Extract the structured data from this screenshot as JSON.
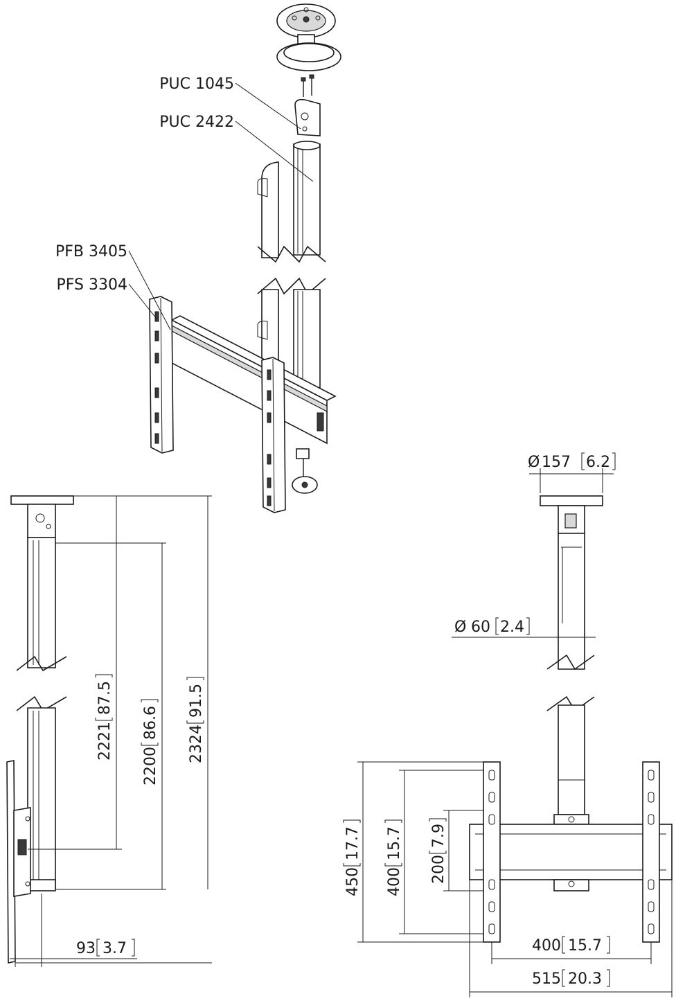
{
  "parts": {
    "puc1045": "PUC 1045",
    "puc2422": "PUC 2422",
    "pfb3405": "PFB 3405",
    "pfs3304": "PFS 3304"
  },
  "dimensions": {
    "h2221": {
      "mm": "2221",
      "in": "87.5"
    },
    "h2200": {
      "mm": "2200",
      "in": "86.6"
    },
    "h2324": {
      "mm": "2324",
      "in": "91.5"
    },
    "d93": {
      "mm": "93",
      "in": "3.7"
    },
    "dia157": {
      "symbol": "Ø",
      "mm": "157",
      "in": "6.2"
    },
    "dia60": {
      "symbol": "Ø",
      "mm": "60",
      "in": "2.4"
    },
    "h450": {
      "mm": "450",
      "in": "17.7"
    },
    "h400": {
      "mm": "400",
      "in": "15.7"
    },
    "h200": {
      "mm": "200",
      "in": "7.9"
    },
    "w400": {
      "mm": "400",
      "in": "15.7"
    },
    "w515": {
      "mm": "515",
      "in": "20.3"
    }
  }
}
